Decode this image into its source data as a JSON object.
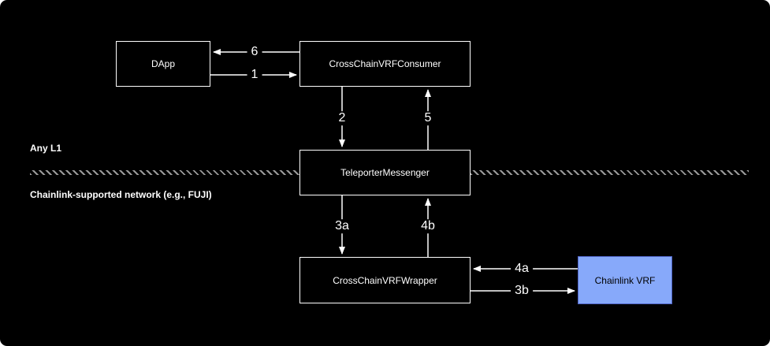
{
  "canvas": {
    "background": "#000000",
    "node_border_color": "#ffffff",
    "node_text_color": "#ffffff",
    "divider_color": "#9a9a9a"
  },
  "regions": {
    "top": {
      "label": "Any L1"
    },
    "bottom": {
      "label": "Chainlink-supported network (e.g., FUJI)"
    }
  },
  "nodes": {
    "dapp": {
      "label": "DApp",
      "fill": "#000000",
      "border": "#ffffff"
    },
    "consumer": {
      "label": "CrossChainVRFConsumer",
      "fill": "#000000",
      "border": "#ffffff"
    },
    "teleporter": {
      "label": "TeleporterMessenger",
      "fill": "#000000",
      "border": "#ffffff"
    },
    "wrapper": {
      "label": "CrossChainVRFWrapper",
      "fill": "#000000",
      "border": "#ffffff"
    },
    "chainlink_vrf": {
      "label": "Chainlink VRF",
      "fill": "#87a9fa",
      "border": "#5064c6",
      "text_color": "#000000"
    }
  },
  "edges": [
    {
      "label": "6",
      "from": "CrossChainVRFConsumer",
      "to": "DApp"
    },
    {
      "label": "1",
      "from": "DApp",
      "to": "CrossChainVRFConsumer"
    },
    {
      "label": "2",
      "from": "CrossChainVRFConsumer",
      "to": "TeleporterMessenger"
    },
    {
      "label": "5",
      "from": "TeleporterMessenger",
      "to": "CrossChainVRFConsumer"
    },
    {
      "label": "3a",
      "from": "TeleporterMessenger",
      "to": "CrossChainVRFWrapper"
    },
    {
      "label": "4b",
      "from": "CrossChainVRFWrapper",
      "to": "TeleporterMessenger"
    },
    {
      "label": "4a",
      "from": "Chainlink VRF",
      "to": "CrossChainVRFWrapper"
    },
    {
      "label": "3b",
      "from": "CrossChainVRFWrapper",
      "to": "Chainlink VRF"
    }
  ]
}
